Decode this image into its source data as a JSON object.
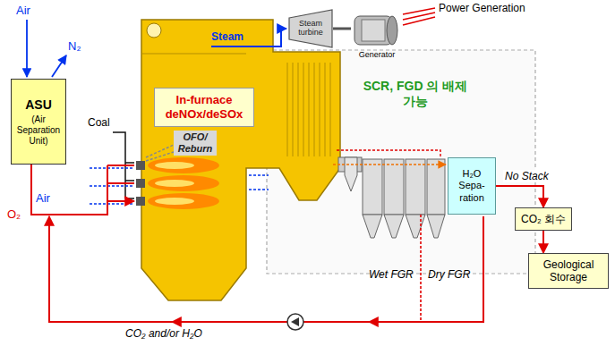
{
  "diagram": {
    "nodes": [
      {
        "text": [
          "ASU",
          "(Air Separation Unit)"
        ]
      },
      {
        "text": [
          "In-furnace deNOx/deSOx"
        ]
      },
      {
        "text": [
          "Steam turbine"
        ]
      },
      {
        "text": [
          "Generator"
        ]
      },
      {
        "text": [
          "H₂O Sepa- ration"
        ]
      },
      {
        "text": [
          "CO₂ 회수"
        ]
      },
      {
        "text": [
          "Geological Storage"
        ]
      }
    ],
    "edges": [
      {
        "from": 4,
        "to": 5,
        "arrow": "to",
        "label": "No Stack"
      },
      {
        "from": 5,
        "to": 6,
        "arrow": "to"
      },
      {
        "from": 2,
        "to": 3,
        "arrow": "none"
      }
    ],
    "labels": [
      "Air",
      "N₂",
      "Coal",
      "Air",
      "O₂",
      "OFO/ Reburn",
      "Steam",
      "Power Generation",
      "SCR, FGD 의 배제 가능",
      "Wet FGR",
      "Dry FGR",
      "CO₂ and/or H₂O"
    ]
  }
}
